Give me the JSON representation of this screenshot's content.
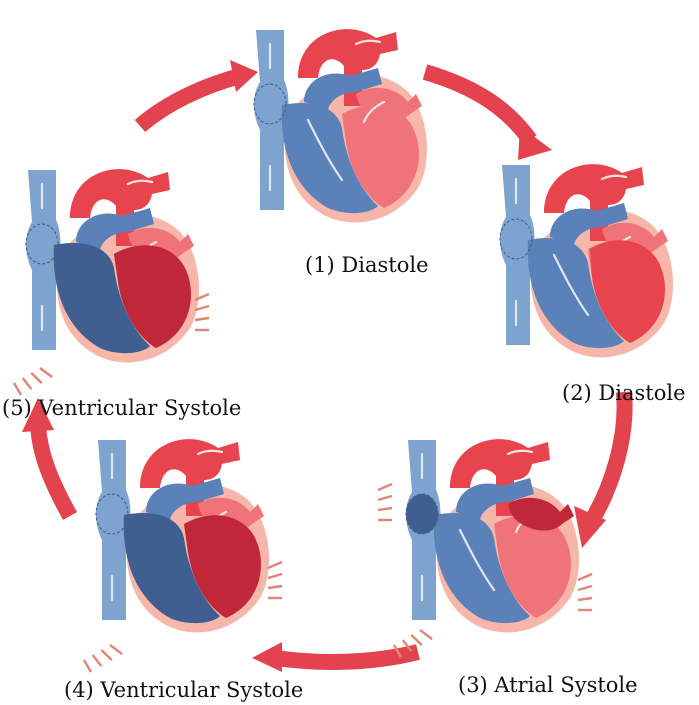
{
  "diagram": {
    "stages": [
      {
        "label": "(1) Diastole"
      },
      {
        "label": "(2) Diastole"
      },
      {
        "label": "(3) Atrial Systole"
      },
      {
        "label": "(4) Ventricular Systole"
      },
      {
        "label": "(5) Ventricular Systole"
      }
    ]
  },
  "colors": {
    "outer_tissue": "#f7b6aa",
    "oxygenated_red": "#e8444e",
    "oxygenated_light": "#f07379",
    "oxygenated_dark": "#c0283a",
    "deoxygenated_blue": "#5b82b8",
    "deoxygenated_light": "#7ea3cf",
    "deoxygenated_dark": "#3f5f90",
    "cycle_arrow": "#e3434f",
    "contraction_arrow": "#e28577",
    "flow_arrow": "#dce8f7",
    "label_text": "#111111"
  }
}
